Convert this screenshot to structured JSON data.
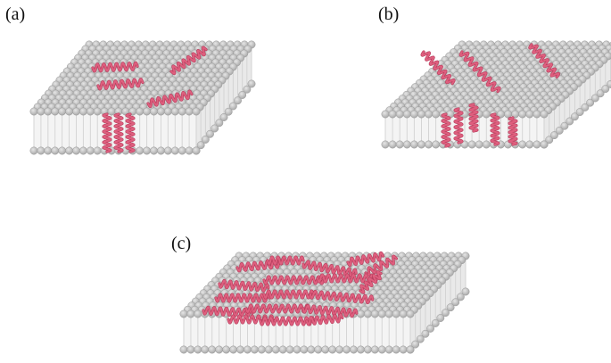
{
  "panels": [
    {
      "id": "a",
      "label": "(a)"
    },
    {
      "id": "b",
      "label": "(b)"
    },
    {
      "id": "c",
      "label": "(c)"
    }
  ],
  "colors": {
    "head_fill": "#c4c4c4",
    "head_stroke": "#9a9a9a",
    "top_face": "#b8b8b8",
    "tail_fill": "#f4f4f4",
    "tail_line": "#d2d2d2",
    "peptide": "#de5f7e",
    "peptide_dark": "#b63c5c"
  }
}
